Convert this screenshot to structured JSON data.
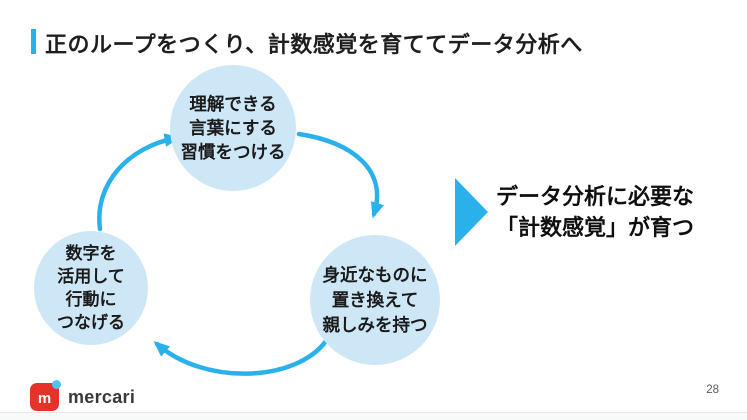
{
  "slide": {
    "title": "正のループをつくり、計数感覚を育ててデータ分析へ"
  },
  "cycle": {
    "top_circle": {
      "lines": [
        "理解できる",
        "言葉にする",
        "習慣をつける"
      ]
    },
    "bottom_right_circle": {
      "lines": [
        "身近なものに",
        "置き換えて",
        "親しみを持つ"
      ]
    },
    "bottom_left_circle": {
      "lines": [
        "数字を",
        "活用して",
        "行動に",
        "つなげる"
      ]
    }
  },
  "callout": {
    "lines": [
      "データ分析に必要な",
      "「計数感覚」が育つ"
    ]
  },
  "footer": {
    "brand": "mercari",
    "logo_letter": "m",
    "page_number": "28"
  },
  "colors": {
    "accent_cyan": "#2AB1EC",
    "circle_fill": "#CEE7F7",
    "title_text": "#1e1e1e",
    "logo_red": "#E5332A",
    "logo_dot_blue": "#4FC4F4",
    "page_number_gray": "#5a5a5a"
  }
}
